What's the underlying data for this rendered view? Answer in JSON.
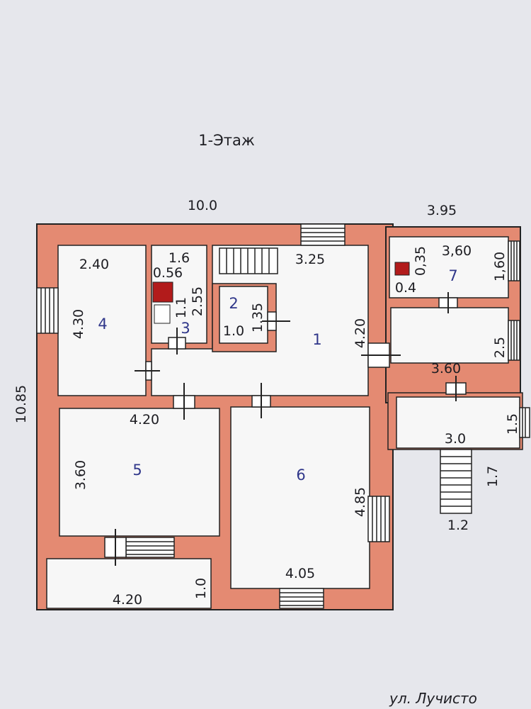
{
  "title": "1-Этаж",
  "street": "ул. Лучисто",
  "colors": {
    "wall": "#e48a72",
    "room": "#f7f7f7",
    "background": "#e6e7ec",
    "line": "#222222",
    "chimney": "#b21b1b",
    "room_number": "#30378a"
  },
  "icons": {
    "window": "window-icon",
    "door": "door-icon",
    "stairs": "stairs-icon",
    "chimney": "chimney-icon"
  },
  "dims": {
    "total_width": "10.0",
    "annex_width": "3.95",
    "total_height": "10.85",
    "r4_width": "2.40",
    "r4_height": "4.30",
    "r3_width": "1.6",
    "r3_a": "0.56",
    "r3_b": "1.1",
    "r3_height": "2.55",
    "r1_width": "3.25",
    "r2_height": "1.35",
    "r2_width": "1.0",
    "r1_height": "4.20",
    "r5_width": "4.20",
    "r5_height": "3.60",
    "r6_height": "4.85",
    "r6_width": "4.05",
    "porch_width": "4.20",
    "porch_depth": "1.0",
    "r7_width": "3,60",
    "r7_height": "1,60",
    "r7_a": "0,35",
    "r7_b": "0.4",
    "annex_mid_height": "2.5",
    "annex_mid_width": "3.60",
    "terrace_height": "1.5",
    "terrace_width": "3.0",
    "steps_length": "1.7",
    "steps_width": "1.2"
  },
  "rooms": {
    "r1": "1",
    "r2": "2",
    "r3": "3",
    "r4": "4",
    "r5": "5",
    "r6": "6",
    "r7": "7"
  }
}
